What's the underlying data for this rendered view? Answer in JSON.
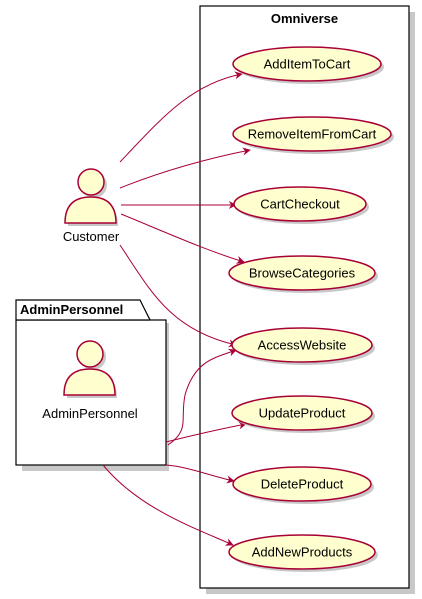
{
  "system": {
    "title": "Omniverse"
  },
  "package": {
    "title": "AdminPersonnel"
  },
  "actors": [
    {
      "id": "customer",
      "label": "Customer"
    },
    {
      "id": "admin",
      "label": "AdminPersonnel"
    }
  ],
  "use_cases": [
    {
      "id": "uc1",
      "label": "AddItemToCart"
    },
    {
      "id": "uc2",
      "label": "RemoveItemFromCart"
    },
    {
      "id": "uc3",
      "label": "CartCheckout"
    },
    {
      "id": "uc4",
      "label": "BrowseCategories"
    },
    {
      "id": "uc5",
      "label": "AccessWebsite"
    },
    {
      "id": "uc6",
      "label": "UpdateProduct"
    },
    {
      "id": "uc7",
      "label": "DeleteProduct"
    },
    {
      "id": "uc8",
      "label": "AddNewProducts"
    }
  ],
  "associations": [
    {
      "from": "customer",
      "to": "uc1"
    },
    {
      "from": "customer",
      "to": "uc2"
    },
    {
      "from": "customer",
      "to": "uc3"
    },
    {
      "from": "customer",
      "to": "uc4"
    },
    {
      "from": "customer",
      "to": "uc5"
    },
    {
      "from": "admin",
      "to": "uc5"
    },
    {
      "from": "admin",
      "to": "uc6"
    },
    {
      "from": "admin",
      "to": "uc7"
    },
    {
      "from": "admin",
      "to": "uc8"
    }
  ],
  "colors": {
    "ellipse_fill": "#FEFECE",
    "ellipse_stroke": "#A80036",
    "edge": "#A80036",
    "frame": "#000000",
    "shadow": "#C8C8C8"
  }
}
